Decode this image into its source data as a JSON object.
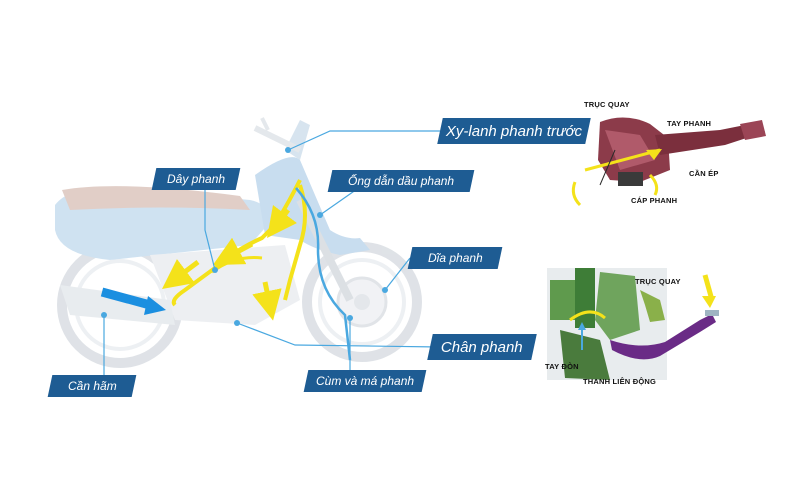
{
  "colors": {
    "label_bg": "#1e5c93",
    "leader": "#4aa8e0",
    "fluid_arrow": "#f4e21a",
    "bike_body": "#a9cbe6",
    "exhaust_arrow": "#1b8fe0"
  },
  "labels": {
    "front_master_cylinder": "Xy-lanh phanh trước",
    "brake_cable": "Dây phanh",
    "brake_oil_hose": "Ống dẫn dầu phanh",
    "brake_disc": "Dĩa phanh",
    "rear_brake_pedal": "Chân phanh",
    "caliper_and_pads": "Cùm và má phanh",
    "muffler": "Cần hãm"
  },
  "inset_top": {
    "pivot": "TRỤC QUAY",
    "lever": "TAY PHANH",
    "press_arm": "CẦN ÉP",
    "cable": "CÁP PHANH"
  },
  "inset_bottom": {
    "pivot": "TRỤC QUAY",
    "lever_arm": "TAY ĐÒN",
    "link_rod": "THANH LIÊN ĐỘNG"
  }
}
